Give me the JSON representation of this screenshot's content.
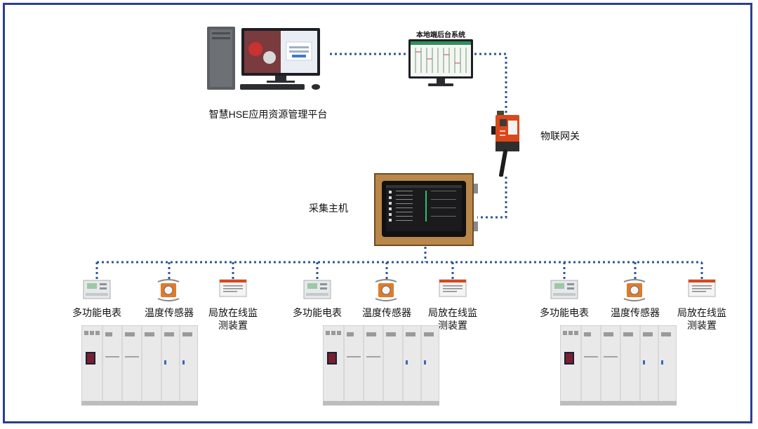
{
  "labels": {
    "platform": "智慧HSE应用资源管理平台",
    "backend": "本地端后台系统",
    "gateway": "物联网关",
    "host": "采集主机"
  },
  "groups": [
    {
      "meter": "多功能电表",
      "temp": "温度传感器",
      "pd_line1": "局放在线监",
      "pd_line2": "测装置"
    },
    {
      "meter": "多功能电表",
      "temp": "温度传感器",
      "pd_line1": "局放在线监",
      "pd_line2": "测装置"
    },
    {
      "meter": "多功能电表",
      "temp": "温度传感器",
      "pd_line1": "局放在线监",
      "pd_line2": "测装置"
    }
  ],
  "colors": {
    "frame": "#2b3f8f",
    "line": "#2f5597",
    "gateway": "#d9481b",
    "sensor": "#e07b2a",
    "host_case": "#b9874a",
    "cabinet": "#e9e9ea"
  }
}
